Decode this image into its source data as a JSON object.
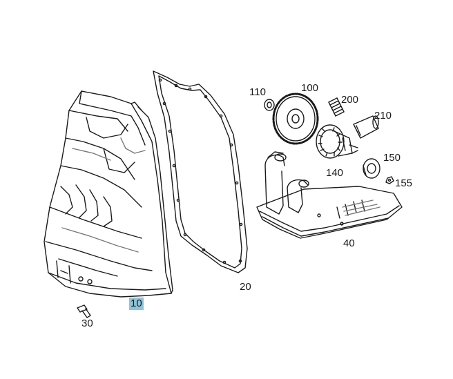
{
  "colors": {
    "line": "#1a1a1a",
    "fill": "#ffffff",
    "shade": "#d9d9d9",
    "highlight": "#8fc4d8"
  },
  "parts": [
    {
      "id": "10",
      "name": "oil-pan",
      "label": "10",
      "highlighted": true
    },
    {
      "id": "20",
      "name": "pan-gasket",
      "label": "20",
      "highlighted": false
    },
    {
      "id": "30",
      "name": "pan-bolt",
      "label": "30",
      "highlighted": false
    },
    {
      "id": "40",
      "name": "oil-filter",
      "label": "40",
      "highlighted": false
    },
    {
      "id": "100",
      "name": "pump-gear",
      "label": "100",
      "highlighted": false
    },
    {
      "id": "110",
      "name": "gear-nut",
      "label": "110",
      "highlighted": false
    },
    {
      "id": "140",
      "name": "oil-pump",
      "label": "140",
      "highlighted": false
    },
    {
      "id": "150",
      "name": "pump-cover",
      "label": "150",
      "highlighted": false
    },
    {
      "id": "155",
      "name": "cover-nut",
      "label": "155",
      "highlighted": false
    },
    {
      "id": "200",
      "name": "spring",
      "label": "200",
      "highlighted": false
    },
    {
      "id": "210",
      "name": "piston-sleeve",
      "label": "210",
      "highlighted": false
    }
  ]
}
